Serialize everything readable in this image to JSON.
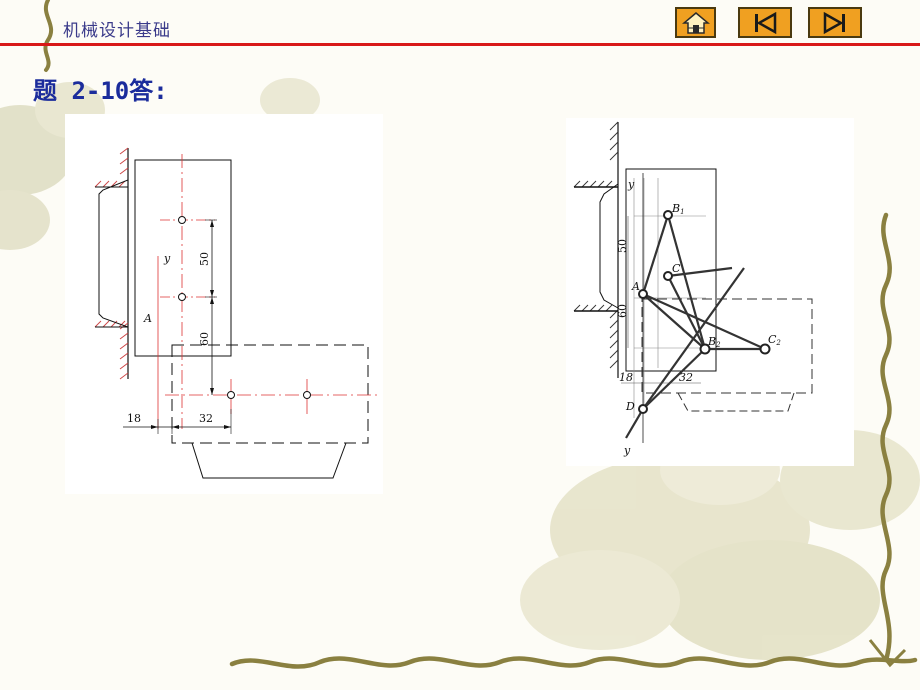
{
  "header": {
    "title": "机械设计基础",
    "accent_color": "#d81818",
    "nav": [
      {
        "icon": "home-icon"
      },
      {
        "icon": "skip-previous-icon"
      },
      {
        "icon": "skip-next-icon"
      }
    ]
  },
  "question": {
    "title": "题 2-10答:"
  },
  "figure_left": {
    "labels": {
      "y": "y",
      "A": "A",
      "dim_50": "50",
      "dim_60": "60",
      "dim_18": "18",
      "dim_32": "32"
    }
  },
  "figure_right": {
    "labels": {
      "y_top": "y",
      "y_bottom": "y",
      "B1": "B",
      "B1_sub": "1",
      "C1": "C",
      "A": "A",
      "B2": "B",
      "B2_sub": "2",
      "C2": "C",
      "C2_sub": "2",
      "D": "D",
      "dim_50": "50",
      "dim_60": "60",
      "dim_18": "18",
      "dim_32": "32"
    }
  }
}
